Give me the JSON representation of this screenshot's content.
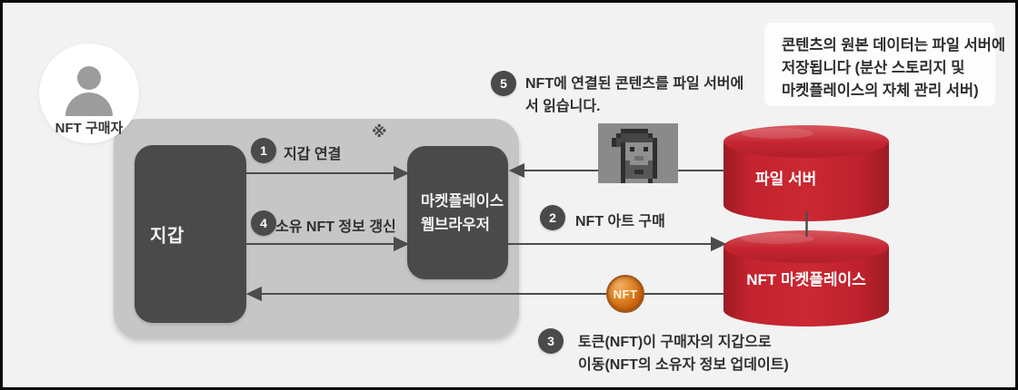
{
  "buyer": {
    "label": "NFT 구매자"
  },
  "wallet": {
    "label": "지갑"
  },
  "browser": {
    "line1": "마켓플레이스",
    "line2": "웹브라우저"
  },
  "servers": {
    "file_server": {
      "label": "파일 서버"
    },
    "nft_marketplace": {
      "label": "NFT 마켓플레이스"
    }
  },
  "steps": [
    {
      "num": "1",
      "label": "지갑 연결"
    },
    {
      "num": "2",
      "label": "NFT 아트 구매"
    },
    {
      "num": "3",
      "line1": "토큰(NFT)이 구매자의 지갑으로",
      "line2": "이동(NFT의 소유자 정보 업데이트)"
    },
    {
      "num": "4",
      "label": "소유 NFT 정보 갱신"
    },
    {
      "num": "5",
      "line1": "NFT에 연결된 콘텐츠를 파일 서버에",
      "line2": "서 읽습니다."
    }
  ],
  "coin": {
    "label": "NFT"
  },
  "footnote_mark": "※",
  "note_box": {
    "line1": "콘텐츠의 원본 데이터는 파일 서버에",
    "line2": "저장됩니다 (분산 스토리지 및",
    "line3": "마켓플레이스의 자체 관리 서버)"
  },
  "colors": {
    "background": "#f2f2f2",
    "container_gray": "#c6c6c6",
    "box_dark": "#4a4a4a",
    "server_red": "#c32430",
    "coin_orange": "#d06a12",
    "arrow_gray": "#4c4c4c",
    "note_white": "#fdfdfd"
  },
  "icons": {
    "person": "person-silhouette-icon",
    "pixel_avatar": {
      "cell": 5,
      "palette": {
        "K": "#2f2f2f",
        "H": "#454545",
        "F": "#8f8f8f",
        "E": "#262626",
        "N": "#6e6e6e",
        "B": "#575757"
      },
      "rows": [
        "..KKKKKK...",
        ".KHHHHHHK..",
        "KHHHHHHHHK.",
        "KHKFFFFFFK.",
        "..KFEFFEFK.",
        "..KFFFFFFK.",
        "..KFFNNFFK.",
        "..KBFFFFBK.",
        "..KBBBBBBK.",
        "..KBBKKBBK.",
        "..KBBBBBBK.",
        "..KFFFFFK.."
      ]
    }
  }
}
